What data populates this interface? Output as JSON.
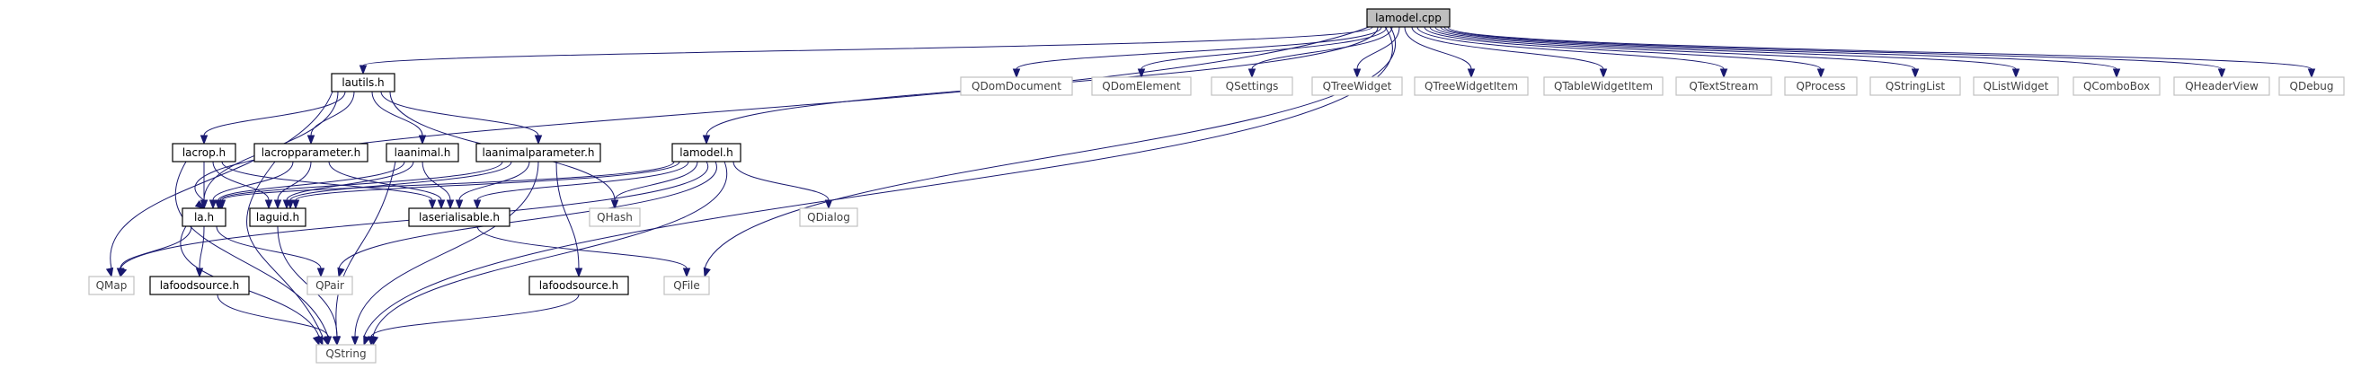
{
  "nodes": {
    "lamodel_cpp": "lamodel.cpp",
    "lautils_h": "lautils.h",
    "QDomDocument": "QDomDocument",
    "QDomElement": "QDomElement",
    "QSettings": "QSettings",
    "QTreeWidget": "QTreeWidget",
    "QTreeWidgetItem": "QTreeWidgetItem",
    "QTableWidgetItem": "QTableWidgetItem",
    "QTextStream": "QTextStream",
    "QProcess": "QProcess",
    "QStringList": "QStringList",
    "QListWidget": "QListWidget",
    "QComboBox": "QComboBox",
    "QHeaderView": "QHeaderView",
    "QDebug": "QDebug",
    "lacrop_h": "lacrop.h",
    "lacropparameter_h": "lacropparameter.h",
    "laanimal_h": "laanimal.h",
    "laanimalparameter_h": "laanimalparameter.h",
    "lamodel_h": "lamodel.h",
    "la_h": "la.h",
    "laguid_h": "laguid.h",
    "laserialisable_h": "laserialisable.h",
    "QHash": "QHash",
    "QDialog": "QDialog",
    "QMap": "QMap",
    "lafoodsource_h_1": "lafoodsource.h",
    "QPair": "QPair",
    "lafoodsource_h_2": "lafoodsource.h",
    "QFile": "QFile",
    "QString": "QString"
  },
  "colors": {
    "edge": "#191970",
    "root_fill": "#bfbfbf",
    "external_border": "#c0c0c0",
    "project_border": "#000000"
  }
}
